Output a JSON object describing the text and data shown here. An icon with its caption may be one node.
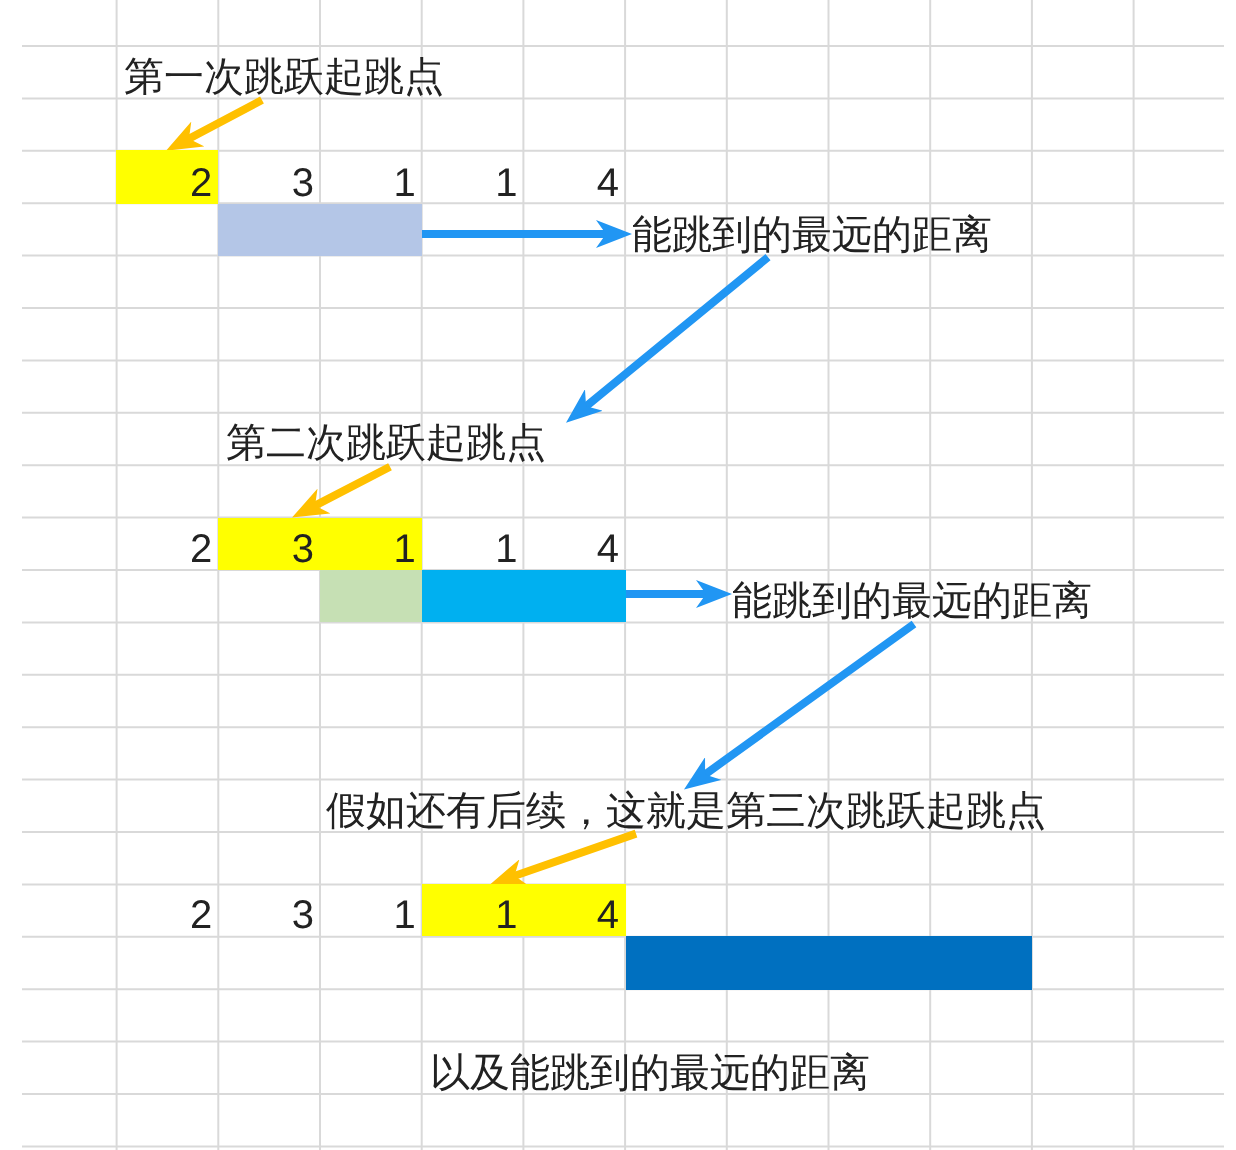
{
  "diagram": {
    "nodes": [
      {
        "text": [
          "第一次跳跃起跳点"
        ]
      },
      {
        "text": [
          "2"
        ]
      },
      {
        "text": [],
        "shape": "bar"
      },
      {
        "text": [
          "能跳到的最远的距离"
        ]
      },
      {
        "text": [
          "第二次跳跃起跳点"
        ]
      },
      {
        "text": [
          "3",
          "1"
        ]
      },
      {
        "text": [],
        "shape": "bar"
      },
      {
        "text": [],
        "shape": "bar"
      },
      {
        "text": [
          "能跳到的最远的距离"
        ]
      },
      {
        "text": [
          "假如还有后续，这就是第三次跳跃起跳点"
        ]
      },
      {
        "text": [
          "1",
          "4"
        ]
      },
      {
        "text": [],
        "shape": "bar"
      }
    ],
    "edges": [
      {
        "from": 0,
        "to": 1,
        "arrow": "to",
        "color": "#ffc000"
      },
      {
        "from": 2,
        "to": 3,
        "arrow": "to"
      },
      {
        "from": 3,
        "to": 4,
        "arrow": "to"
      },
      {
        "from": 4,
        "to": 5,
        "arrow": "to",
        "color": "#ffc000"
      },
      {
        "from": 7,
        "to": 8,
        "arrow": "to"
      },
      {
        "from": 8,
        "to": 9,
        "arrow": "to"
      },
      {
        "from": 9,
        "to": 10,
        "arrow": "to",
        "color": "#ffc000"
      }
    ],
    "labels": [
      "3",
      "1",
      "1",
      "4",
      "2",
      "1",
      "4",
      "2",
      "3",
      "1",
      "以及能跳到的最远的距离"
    ]
  }
}
